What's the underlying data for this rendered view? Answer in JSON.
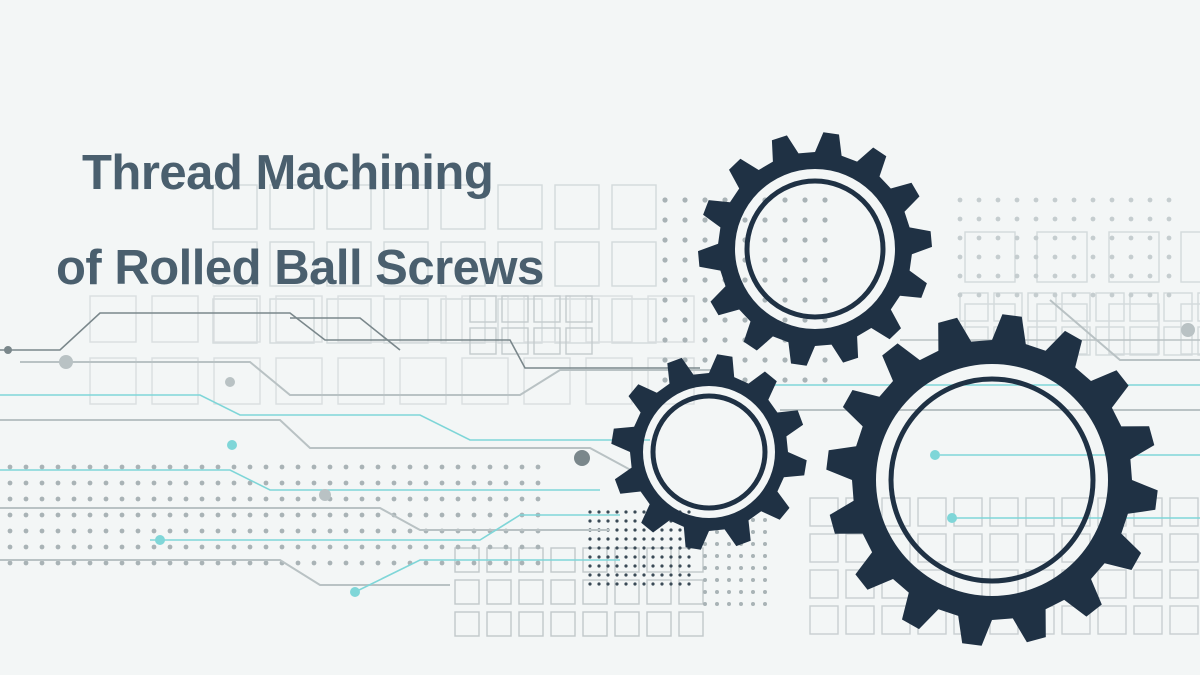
{
  "title": {
    "line1": "Thread Machining",
    "line2": "of Rolled Ball Screws"
  },
  "colors": {
    "background": "#f3f6f6",
    "gear": "#1f3144",
    "text": "#4a5f6e",
    "circuit_teal": "#7fd6d8",
    "circuit_gray": "#b9c2c4",
    "dot_gray": "#a9b3b6"
  },
  "icons": [
    "gear-icon-top",
    "gear-icon-small",
    "gear-icon-large"
  ]
}
